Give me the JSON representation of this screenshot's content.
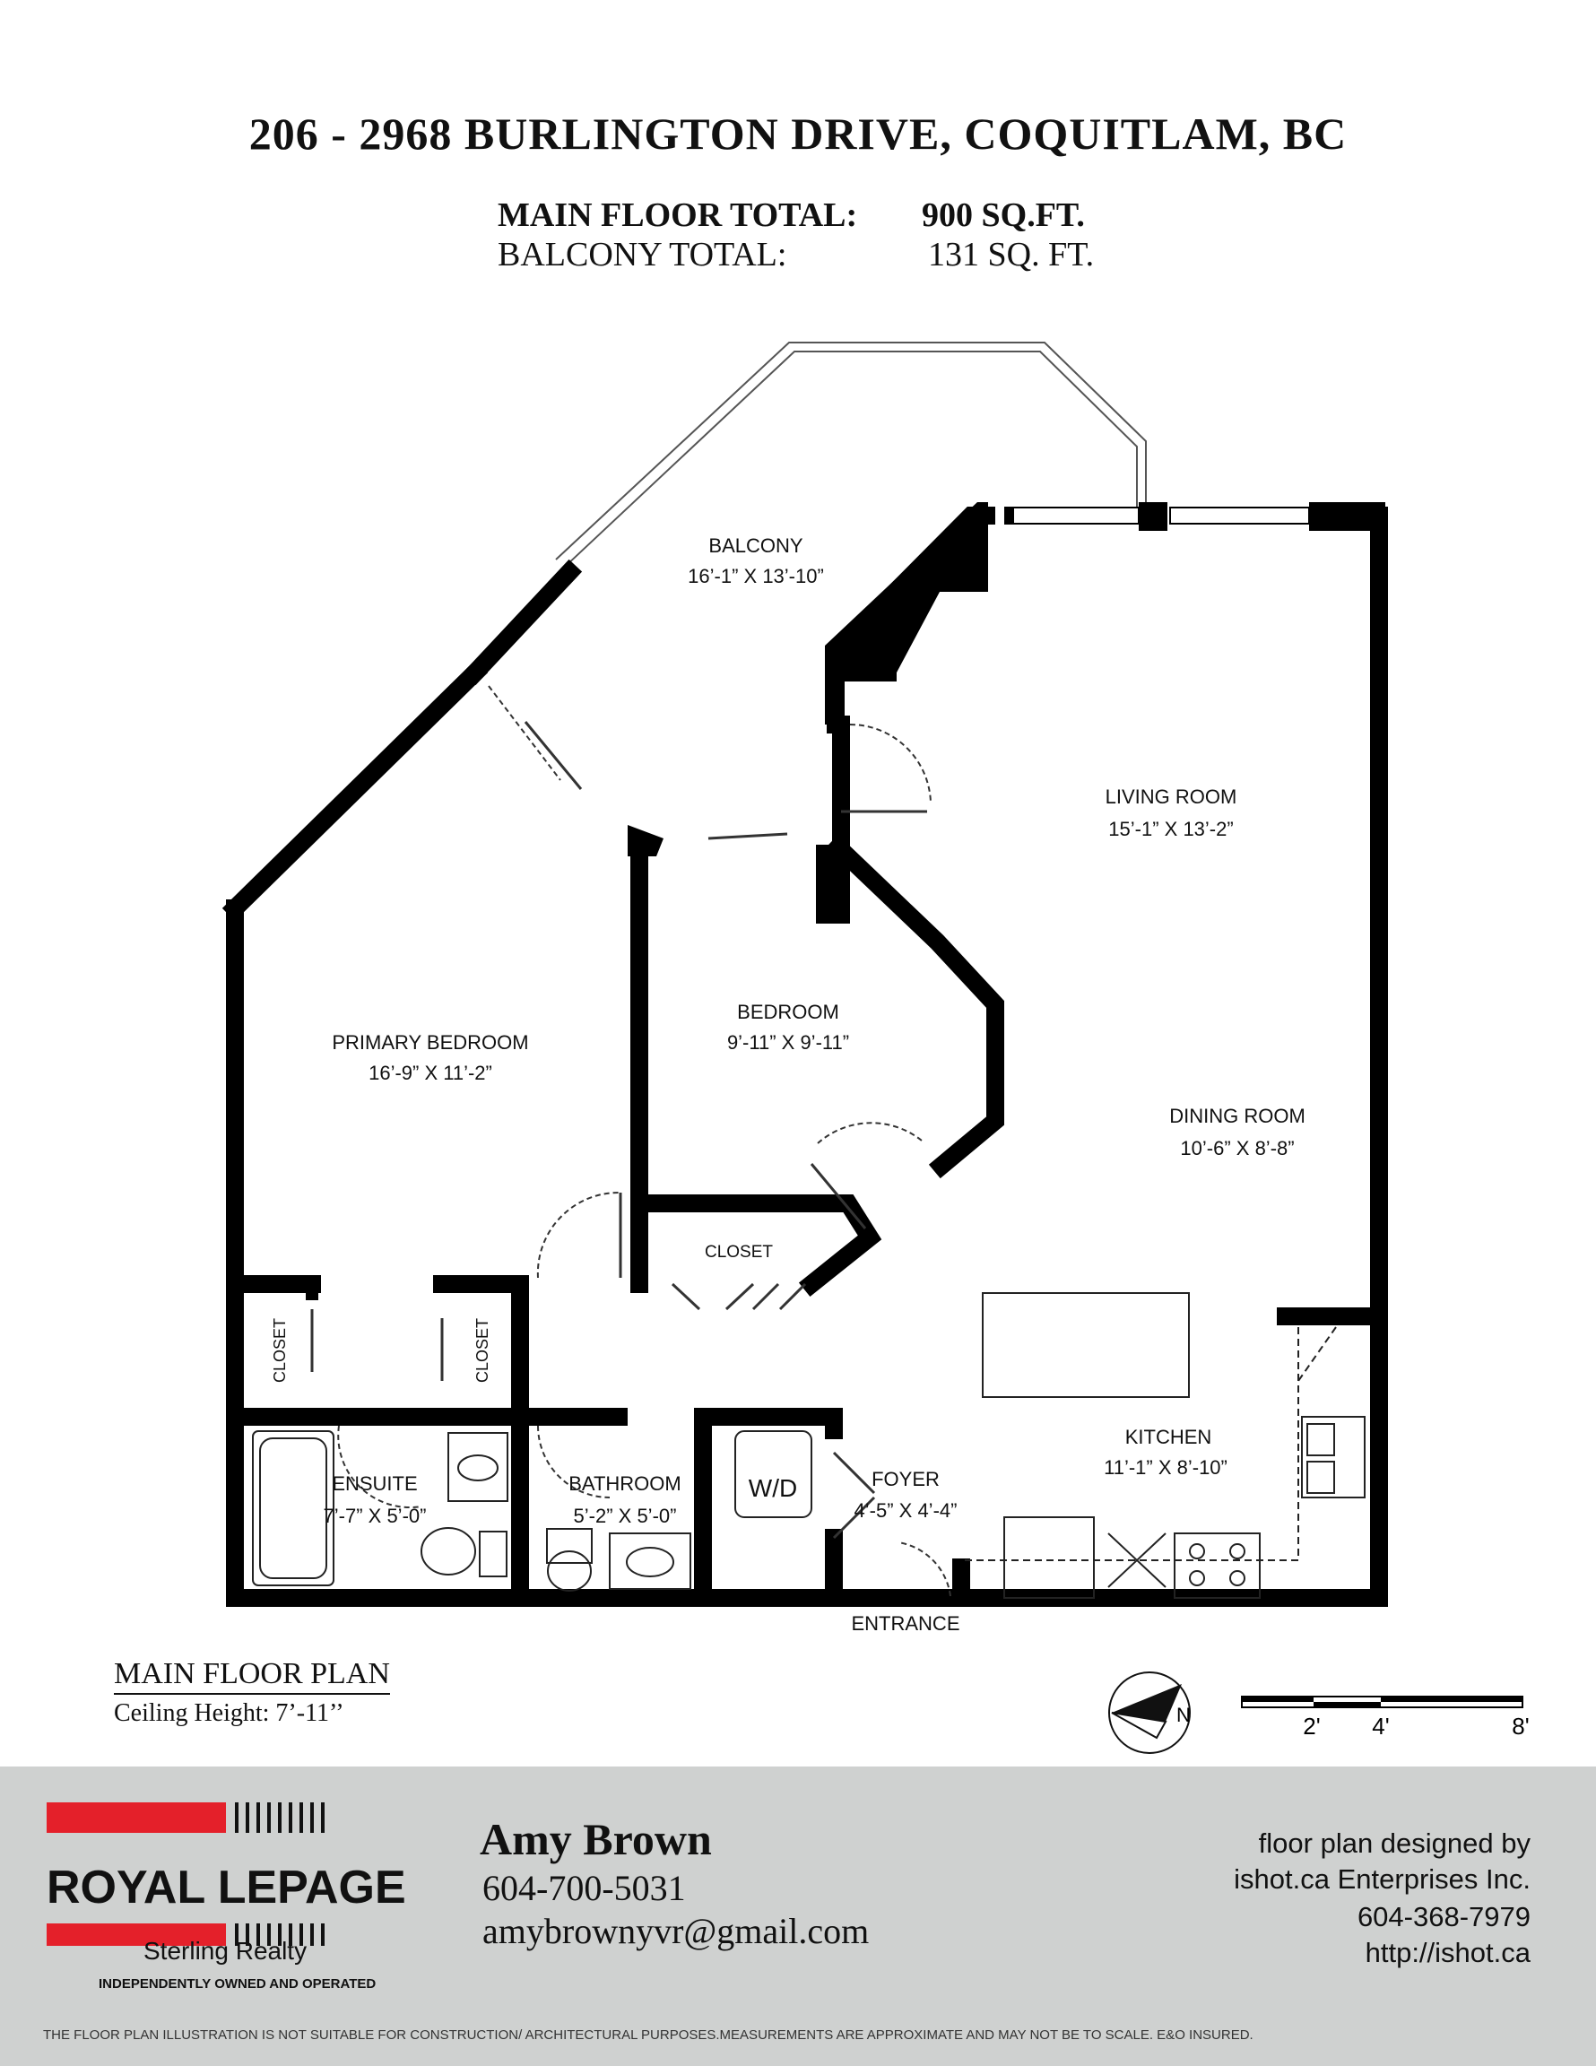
{
  "header": {
    "address": "206 - 2968 BURLINGTON DRIVE, COQUITLAM, BC",
    "main_floor_label": "MAIN FLOOR TOTAL:",
    "main_floor_value": "900 SQ.FT.",
    "balcony_label": "BALCONY TOTAL:",
    "balcony_value": "131 SQ. FT."
  },
  "rooms": {
    "balcony": {
      "name": "BALCONY",
      "dims": "16’-1” X 13’-10”"
    },
    "living": {
      "name": "LIVING ROOM",
      "dims": "15’-1” X 13’-2”"
    },
    "bedroom": {
      "name": "BEDROOM",
      "dims": "9’-11” X 9’-11”"
    },
    "primary": {
      "name": "PRIMARY BEDROOM",
      "dims": "16’-9” X 11’-2”"
    },
    "dining": {
      "name": "DINING ROOM",
      "dims": "10’-6” X 8’-8”"
    },
    "closet_center": {
      "name": "CLOSET"
    },
    "closet_left": {
      "name": "CLOSET"
    },
    "closet_right": {
      "name": "CLOSET"
    },
    "kitchen": {
      "name": "KITCHEN",
      "dims": "11’-1” X 8’-10”"
    },
    "ensuite": {
      "name": "ENSUITE",
      "dims": "7’-7” X 5’-0”"
    },
    "bathroom": {
      "name": "BATHROOM",
      "dims": "5’-2” X 5’-0”"
    },
    "wd": {
      "name": "W/D"
    },
    "foyer": {
      "name": "FOYER",
      "dims": "4’-5” X 4’-4”"
    },
    "entrance": {
      "name": "ENTRANCE"
    }
  },
  "plan_info": {
    "title": "MAIN FLOOR PLAN",
    "ceiling": "Ceiling Height: 7’-11’’"
  },
  "compass": {
    "label": "N"
  },
  "scale": {
    "labels": [
      "2'",
      "4'",
      "8'"
    ]
  },
  "brokerage": {
    "logo_text": "ROYAL LEPAGE",
    "office": "Sterling Realty",
    "tagline": "INDEPENDENTLY OWNED AND OPERATED"
  },
  "agent": {
    "name": "Amy Brown",
    "phone": "604-700-5031",
    "email": "amybrownyvr@gmail.com"
  },
  "credits": {
    "line1": "floor plan designed by",
    "line2": "ishot.ca Enterprises Inc.",
    "line3": "604-368-7979",
    "line4": "http://ishot.ca"
  },
  "disclaimer": "THE FLOOR PLAN ILLUSTRATION IS NOT SUITABLE FOR CONSTRUCTION/ ARCHITECTURAL PURPOSES.MEASUREMENTS ARE APPROXIMATE AND MAY NOT BE TO SCALE. E&O INSURED.",
  "colors": {
    "wall": "#000000",
    "brand_red": "#e4202a",
    "footer_bg": "#cfd1d0"
  }
}
